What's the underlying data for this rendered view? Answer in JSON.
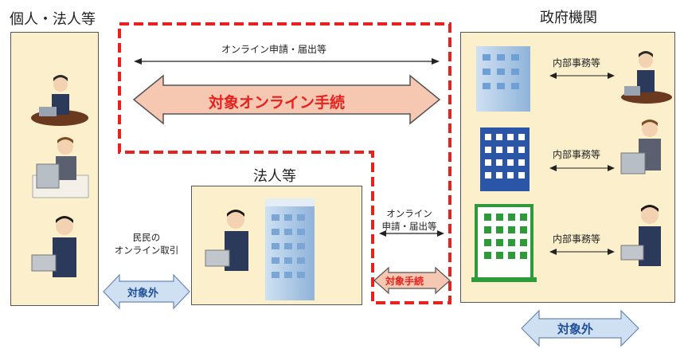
{
  "titles": {
    "individuals": "個人・法人等",
    "government": "政府機関",
    "corporations": "法人等"
  },
  "labels": {
    "online_application_top": "オンライン申請・届出等",
    "target_online_procedures": "対象オンライン手続",
    "online_app_line1": "オンライン",
    "online_app_line2": "申請・届出等",
    "target_procedures": "対象手続",
    "private_line1": "民民の",
    "private_line2": "オンライン取引",
    "out_of_scope_left": "対象外",
    "out_of_scope_bottom": "対象外",
    "internal_affairs_1": "内部事務等",
    "internal_affairs_2": "内部事務等",
    "internal_affairs_3": "内部事務等"
  },
  "colors": {
    "panel_fill": "#fbefcc",
    "red_dashed": "#e8211f",
    "salmon_arrow": "#f6c7b1",
    "blue_arrow": "#cfe0f3",
    "red_text": "#e8211f",
    "blue_text": "#1f4e9a"
  },
  "icons": [
    "person-at-desk-icon",
    "person-with-laptop-icon",
    "office-building-icon",
    "green-building-icon"
  ]
}
